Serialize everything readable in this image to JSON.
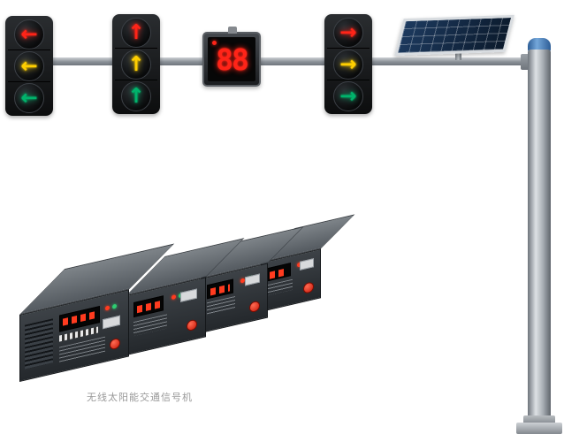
{
  "caption": "无线太阳能交通信号机",
  "countdown": {
    "value": "88",
    "color": "#ff2418"
  },
  "signal_heads": [
    {
      "id": "left-arrows",
      "lights": [
        {
          "glyph": "←",
          "color": "#ff2418"
        },
        {
          "glyph": "←",
          "color": "#ffcf00"
        },
        {
          "glyph": "←",
          "color": "#00b36b"
        }
      ]
    },
    {
      "id": "up-arrows",
      "lights": [
        {
          "glyph": "↑",
          "color": "#ff2418"
        },
        {
          "glyph": "↑",
          "color": "#ffcf00"
        },
        {
          "glyph": "↑",
          "color": "#00b36b"
        }
      ]
    },
    {
      "id": "right-arrows",
      "lights": [
        {
          "glyph": "→",
          "color": "#ff2418"
        },
        {
          "glyph": "→",
          "color": "#ffcf00"
        },
        {
          "glyph": "→",
          "color": "#00b36b"
        }
      ]
    }
  ],
  "colors": {
    "pole": "#aab0b6",
    "pole_cap_blue": "#2d5d96",
    "signal_housing": "#0c0d0e",
    "solar_cell": "#0b1a2c",
    "controller_body": "#24282c"
  }
}
